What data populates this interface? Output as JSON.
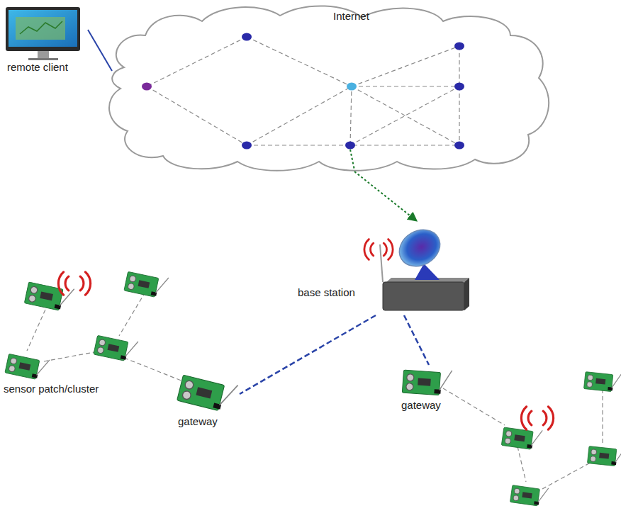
{
  "diagram": {
    "nodes": [
      {
        "text": [
          "remote client"
        ]
      },
      {
        "text": [
          "Internet"
        ]
      },
      {
        "text": [
          "base station"
        ]
      },
      {
        "text": [
          "sensor patch/cluster"
        ]
      },
      {
        "text": [
          "gateway"
        ]
      },
      {
        "text": [
          "gateway"
        ]
      }
    ],
    "edges": [
      {
        "from": 0,
        "to": 1,
        "arrow": "none"
      },
      {
        "from": 1,
        "to": 2,
        "arrow": "to"
      },
      {
        "from": 2,
        "to": 4,
        "arrow": "none"
      },
      {
        "from": 2,
        "to": 5,
        "arrow": "none"
      }
    ]
  }
}
